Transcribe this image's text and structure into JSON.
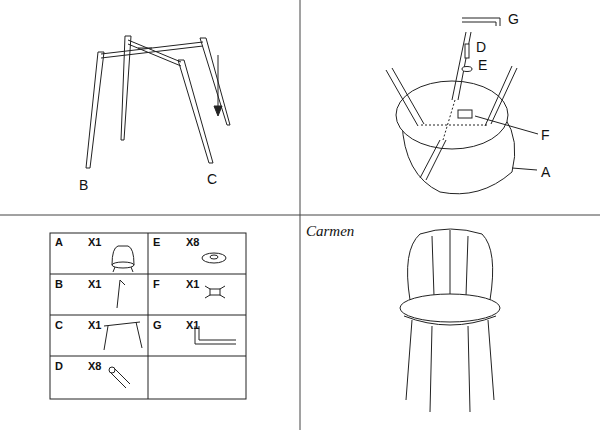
{
  "diagram": {
    "labels": [
      "B",
      "C",
      "G",
      "D",
      "E",
      "F",
      "A",
      "A",
      "X1",
      "E",
      "X8",
      "B",
      "X1",
      "F",
      "X1",
      "C",
      "X1",
      "G",
      "X1",
      "D",
      "X8",
      "Carmen"
    ]
  }
}
